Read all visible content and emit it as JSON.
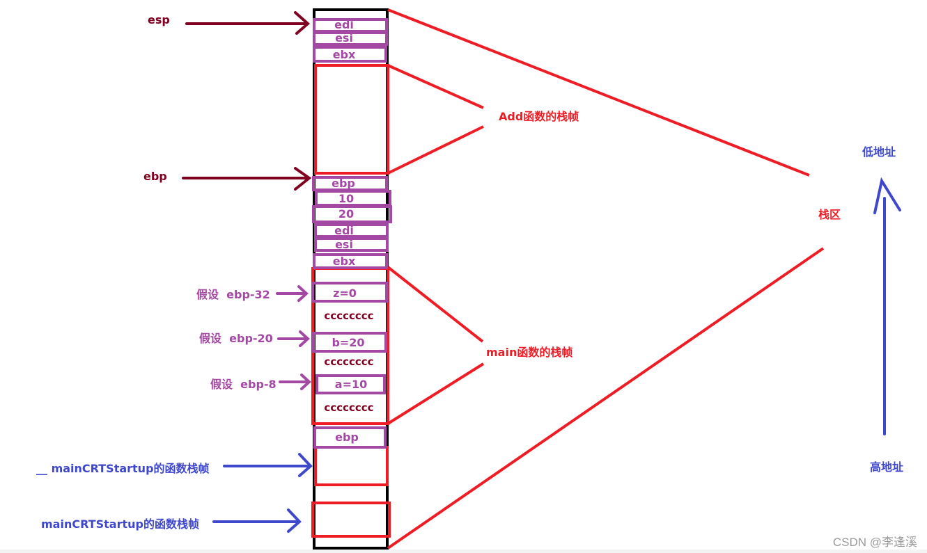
{
  "colors": {
    "dark_red": "#800020",
    "red": "#ee1c24",
    "purple": "#a349a4",
    "blue": "#3f48cc",
    "black": "#000000"
  },
  "pointers": {
    "esp": "esp",
    "ebp": "ebp"
  },
  "add_frame_cells": [
    "edi",
    "esi",
    "ebx"
  ],
  "boundary_cells": [
    "ebp",
    "10",
    "20",
    "edi",
    "esi",
    "ebx"
  ],
  "main_frame_cells": {
    "z": "z=0",
    "fill1": "cccccccc",
    "b": "b=20",
    "fill2": "cccccccc",
    "a": "a=10",
    "fill3": "cccccccc"
  },
  "main_offsets": {
    "z": "假设  ebp-32",
    "b": "假设  ebp-20",
    "a": "假设  ebp-8"
  },
  "lower_ebp_cell": "ebp",
  "labels": {
    "add_frame": "Add函数的栈帧",
    "main_frame": "main函数的栈帧",
    "stack_region": "栈区",
    "low_address": "低地址",
    "high_address": "高地址",
    "crt_frame_1": "__ mainCRTStartup的函数栈帧",
    "crt_frame_2": "mainCRTStartup的函数栈帧"
  },
  "watermark": "CSDN @李逢溪"
}
